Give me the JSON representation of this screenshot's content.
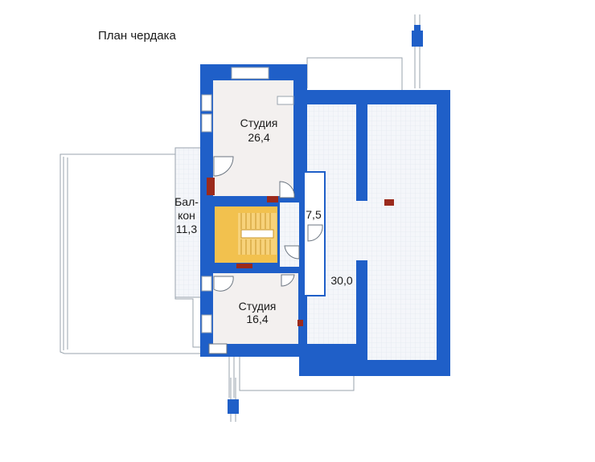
{
  "title": "План чердака",
  "rooms": {
    "studio_top": {
      "name": "Студия",
      "area": "26,4"
    },
    "studio_bottom": {
      "name": "Студия",
      "area": "16,4"
    },
    "balcony": {
      "line1": "Бал-",
      "line2": "кон",
      "area": "11,3"
    },
    "hall": {
      "area": "7,5"
    },
    "attic": {
      "area": "30,0"
    }
  },
  "colors": {
    "wall": "#1f5fc8",
    "floor_tile": "#eef1f6",
    "studio_floor": "#f3f0ef",
    "stair": "#f2c14e",
    "chimney": "#9b2a1c",
    "outline": "#9aa3ad"
  }
}
